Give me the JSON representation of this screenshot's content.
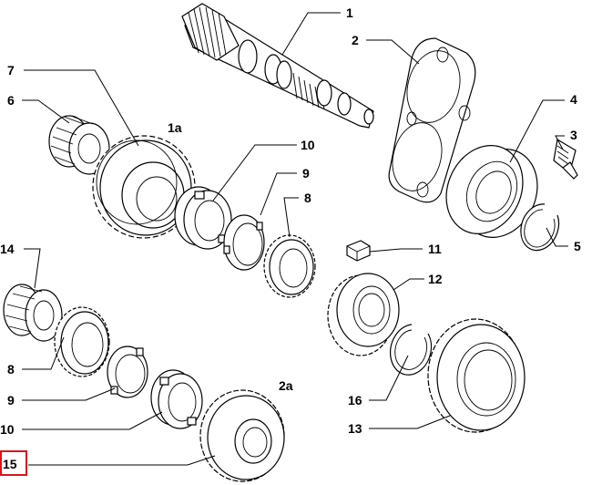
{
  "callouts": {
    "c1": "1",
    "c2": "2",
    "c3": "3",
    "c4": "4",
    "c5": "5",
    "c6": "6",
    "c7": "7",
    "c1a": "1a",
    "c10a": "10",
    "c9a": "9",
    "c8a": "8",
    "c11": "11",
    "c12": "12",
    "c14": "14",
    "c8b": "8",
    "c9b": "9",
    "c10b": "10",
    "c2a": "2a",
    "c16": "16",
    "c13": "13",
    "c15": "15"
  },
  "highlight": {
    "callout": "15",
    "color": "#d9141b"
  }
}
